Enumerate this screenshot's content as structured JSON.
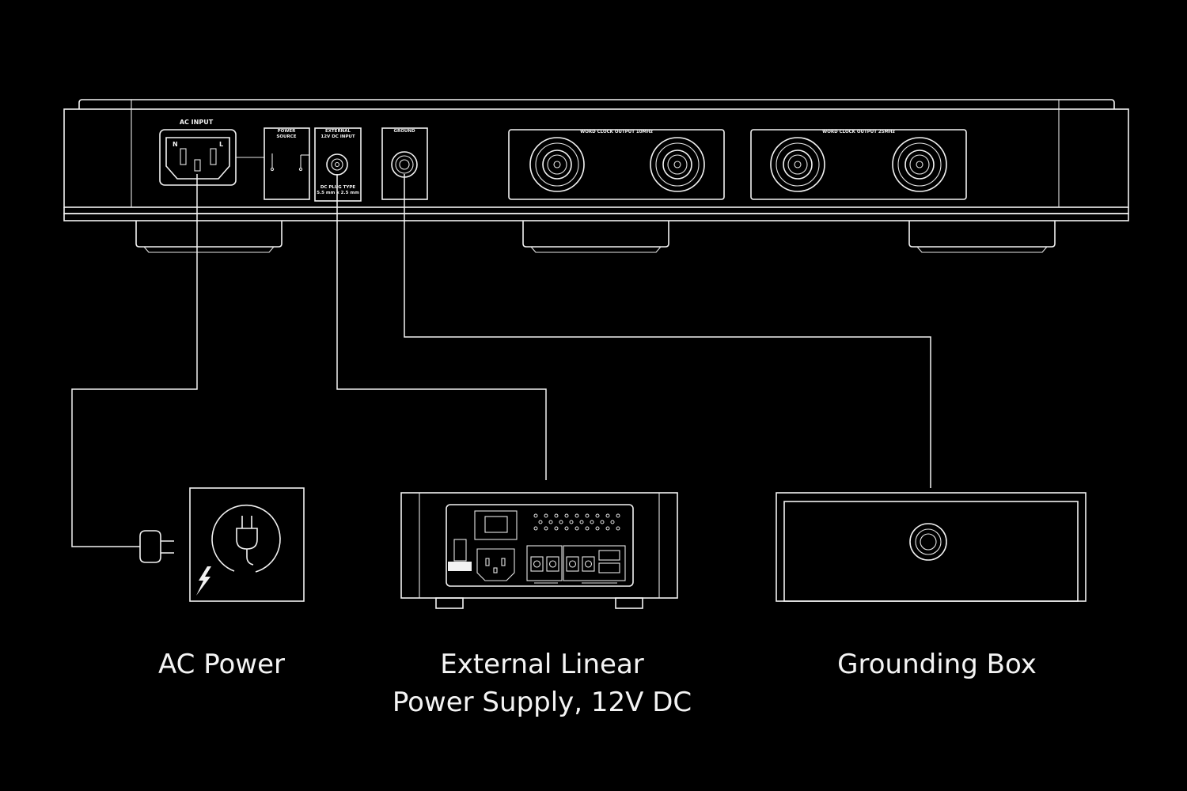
{
  "device_panel": {
    "ac_input_label": "AC INPUT",
    "power_source_label_line1": "POWER",
    "power_source_label_line2": "SOURCE",
    "external_input_label_line1": "EXTERNAL",
    "external_input_label_line2": "12V DC INPUT",
    "dc_plug_label_line1": "DC PLUG TYPE",
    "dc_plug_label_line2": "5.5 mm x 2.5 mm",
    "ground_label": "GROUND",
    "word_clock_output_a_label": "WORD CLOCK OUTPUT 10MHz",
    "word_clock_output_b_label": "WORD CLOCK OUTPUT 25MHz",
    "iec_pin_n": "N",
    "iec_pin_l": "L"
  },
  "captions": {
    "ac_power": "AC Power",
    "linear_psu_line1": "External Linear",
    "linear_psu_line2": "Power Supply, 12V DC",
    "grounding_box": "Grounding Box"
  },
  "colors": {
    "background": "#000000",
    "line": "#f2f2f2"
  }
}
